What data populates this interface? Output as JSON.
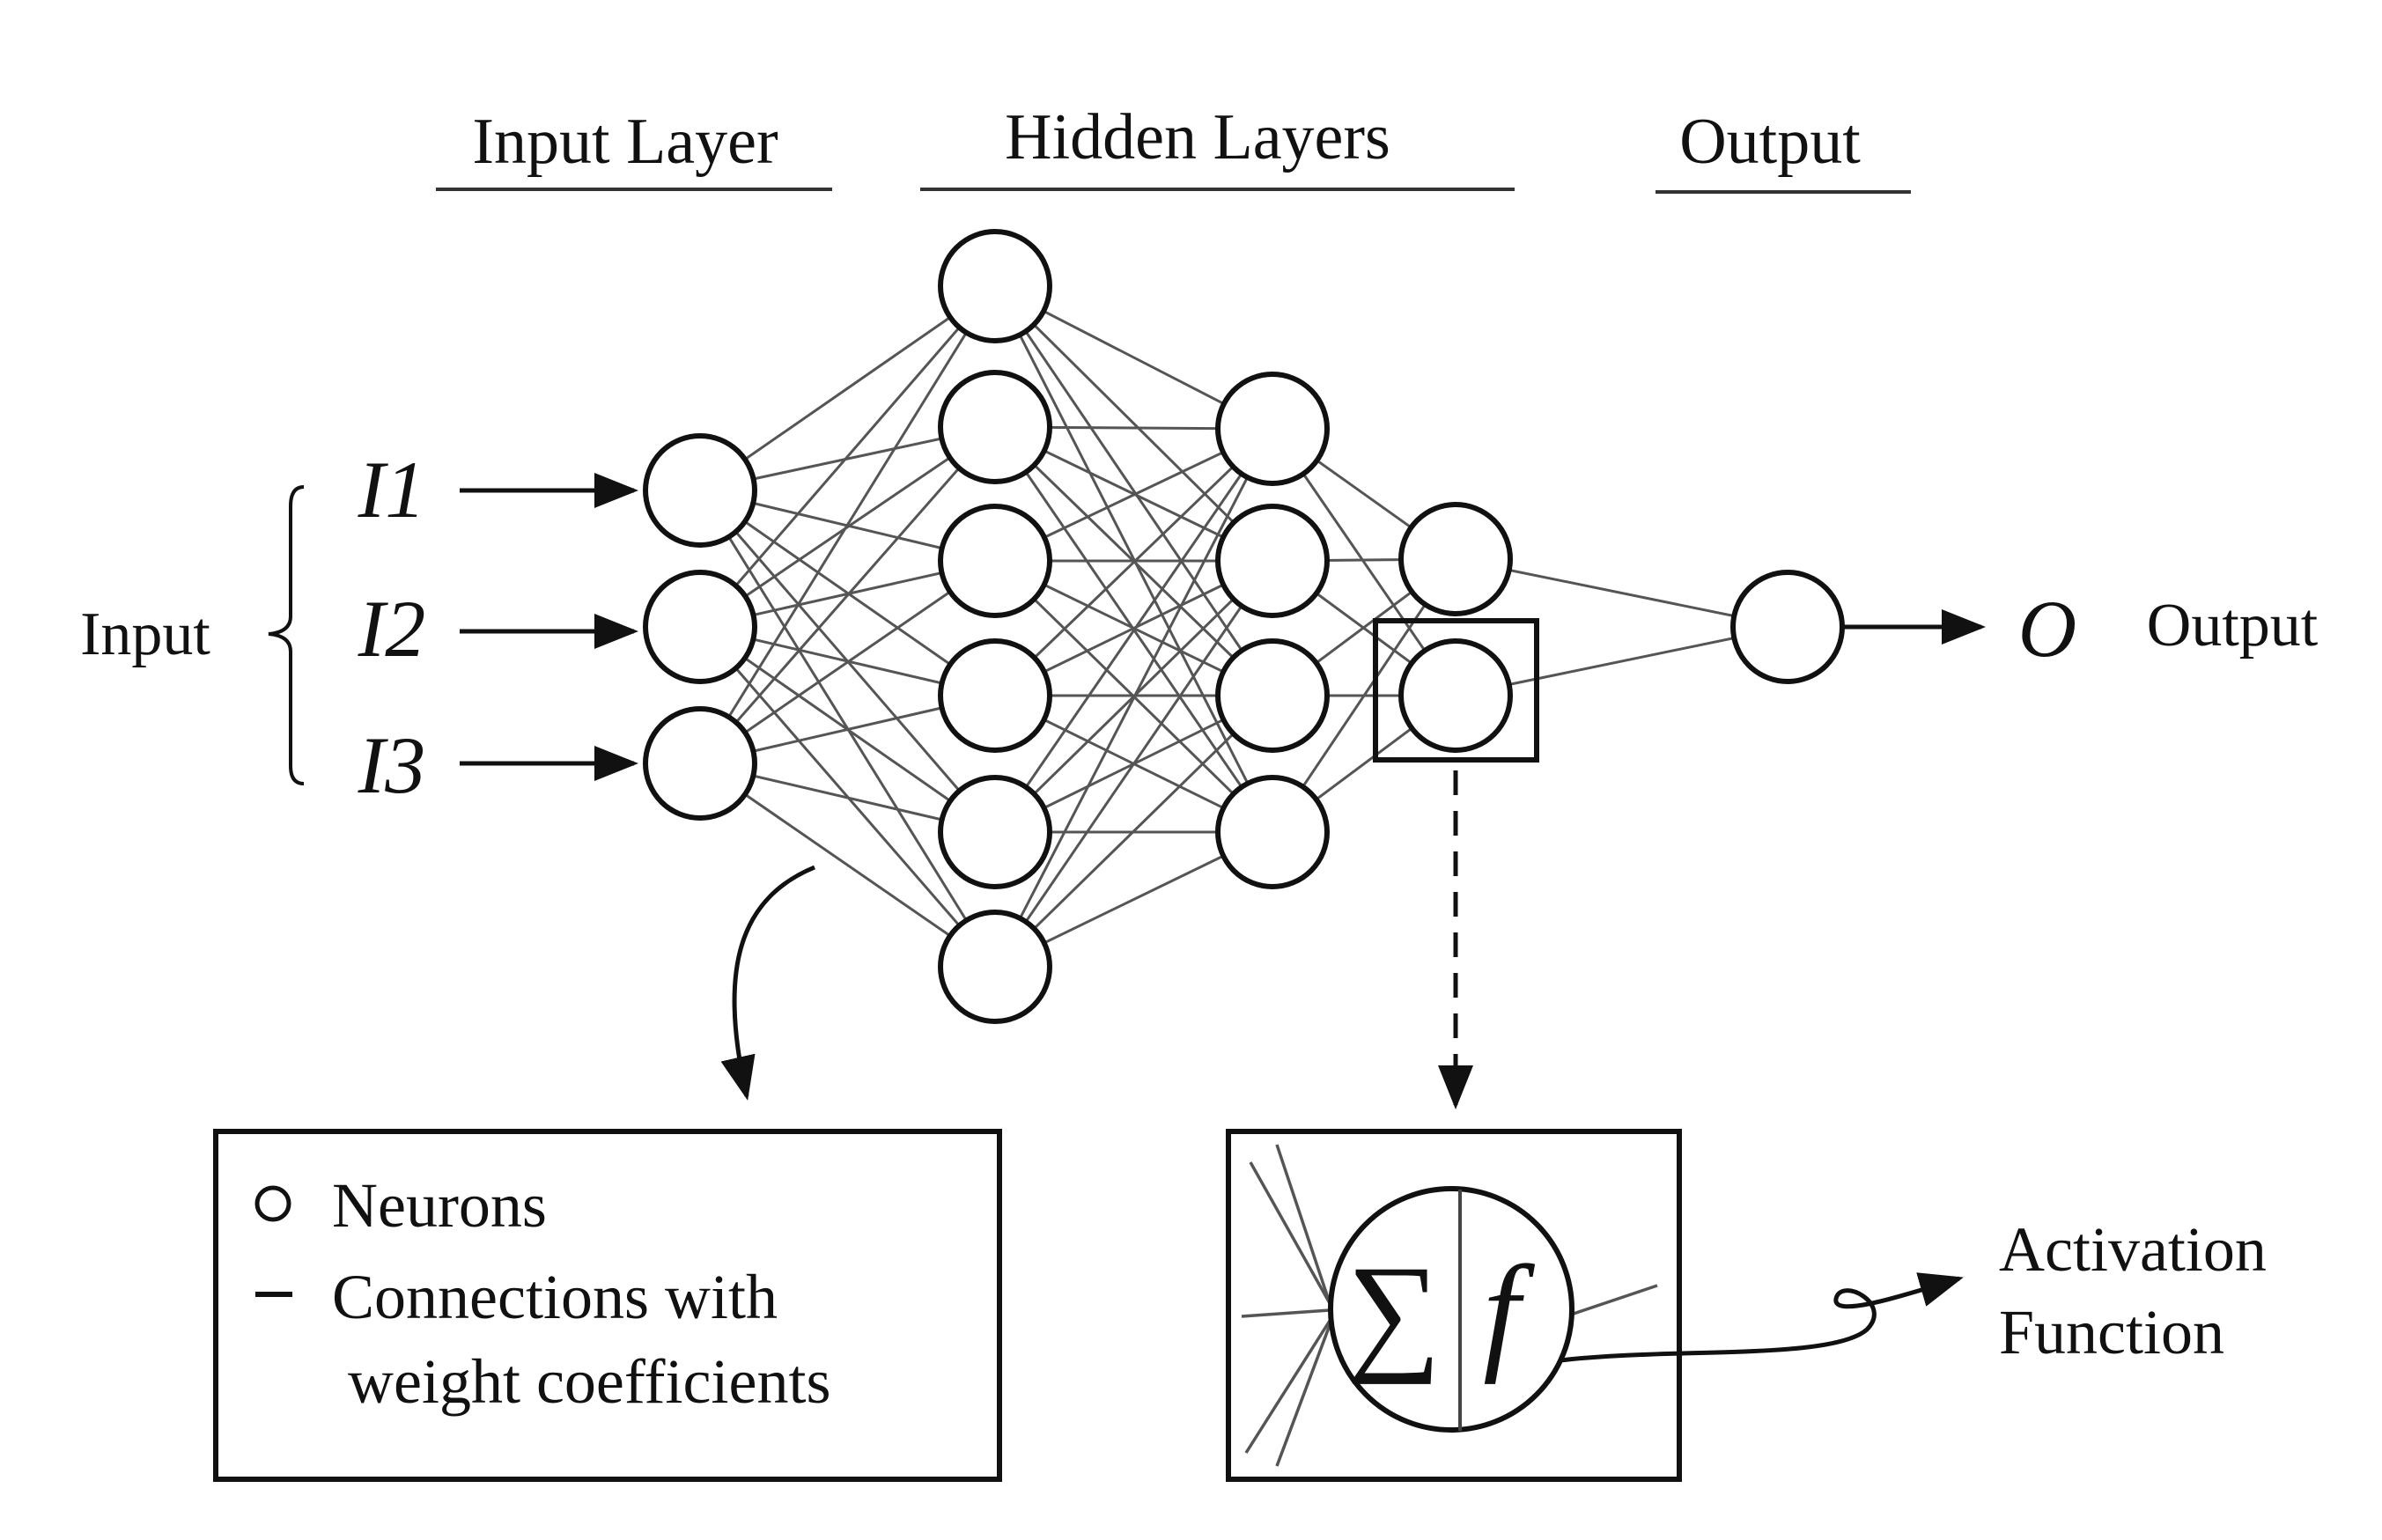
{
  "headers": {
    "input_layer": "Input Layer",
    "hidden_layers": "Hidden Layers",
    "output": "Output"
  },
  "inputs": {
    "label": "Input",
    "vars": [
      "I1",
      "I2",
      "I3"
    ]
  },
  "output": {
    "var": "O",
    "label": "Output"
  },
  "network": {
    "layer_sizes": [
      3,
      6,
      4,
      2,
      1
    ]
  },
  "legend": {
    "neurons": "Neurons",
    "connections_line1": "Connections with",
    "connections_line2": "weight coefficients"
  },
  "detail": {
    "sigma": "∑",
    "f": "f",
    "activation_line1": "Activation",
    "activation_line2": "Function"
  }
}
